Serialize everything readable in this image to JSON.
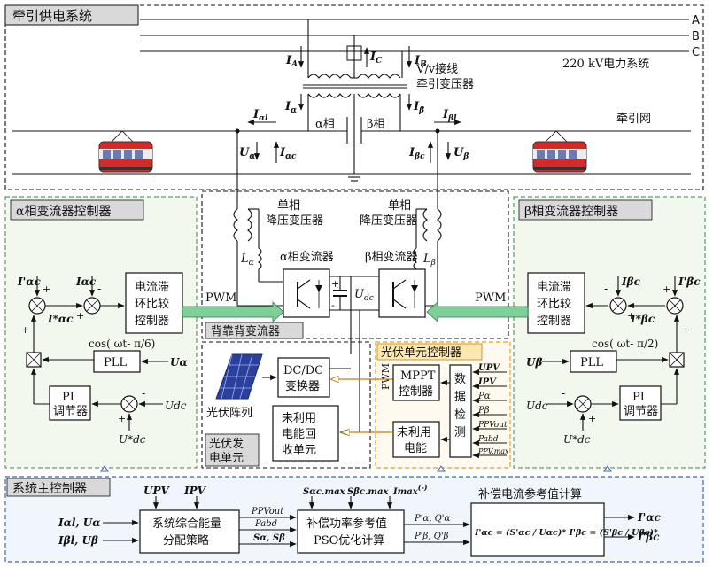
{
  "sections": {
    "traction_supply": "牵引供电系统",
    "alpha_controller": "α相变流器控制器",
    "beta_controller": "β相变流器控制器",
    "master_controller": "系统主控制器",
    "pv_unit_controller": "光伏单元控制器",
    "back_to_back": "背靠背变流器",
    "pv_generation_line1": "光伏发",
    "pv_generation_line2": "电单元"
  },
  "supply": {
    "phase_a": "A",
    "phase_b": "B",
    "phase_c": "C",
    "grid": "220 kV电力系统",
    "transformer_line1": "V/v接线",
    "transformer_line2": "牵引变压器",
    "catenary": "牵引网",
    "alpha_phase": "α相",
    "beta_phase": "β相",
    "I_A": "I",
    "I_A_sub": "A",
    "I_B": "I",
    "I_B_sub": "B",
    "I_C": "I",
    "I_C_sub": "C",
    "I_a": "I",
    "I_a_sub": "α",
    "I_b": "I",
    "I_b_sub": "β",
    "I_al": "I",
    "I_al_sub": "αl",
    "I_bl": "I",
    "I_bl_sub": "βl",
    "U_a": "U",
    "U_a_sub": "α",
    "U_b": "U",
    "U_b_sub": "β",
    "I_ac": "I",
    "I_ac_sub": "αc",
    "I_bc": "I",
    "I_bc_sub": "βc"
  },
  "converter": {
    "step_down_left_1": "单相",
    "step_down_left_2": "降压变压器",
    "step_down_right_1": "单相",
    "step_down_right_2": "降压变压器",
    "alpha_conv": "α相变流器",
    "beta_conv": "β相变流器",
    "L_a": "L",
    "L_a_sub": "α",
    "L_b": "L",
    "L_b_sub": "β",
    "U_dc": "U",
    "U_dc_sub": "dc"
  },
  "alpha_ctrl": {
    "hysteresis_1": "电流滞",
    "hysteresis_2": "环比较",
    "hysteresis_3": "控制器",
    "pwm": "PWM",
    "pll": "PLL",
    "pi_1": "PI",
    "pi_2": "调节器",
    "cos": "cos( ωt- π/6)",
    "in_Iac_prime": "I'αc",
    "in_Iac": "Iαc",
    "in_Iac_star": "I*αc",
    "in_Ua": "Uα",
    "in_Udc": "Udc",
    "in_Udc_star": "U*dc"
  },
  "beta_ctrl": {
    "hysteresis_1": "电流滞",
    "hysteresis_2": "环比较",
    "hysteresis_3": "控制器",
    "pwm": "PWM",
    "pll": "PLL",
    "pi_1": "PI",
    "pi_2": "调节器",
    "cos": "cos( ωt- π/2)",
    "in_Ibc_prime": "I'βc",
    "in_Ibc": "Iβc",
    "in_Ibc_star": "I*βc",
    "in_Ub": "Uβ",
    "in_Udc": "Udc",
    "in_Udc_star": "U*dc"
  },
  "pv": {
    "array": "光伏阵列",
    "dcdc_1": "DC/DC",
    "dcdc_2": "变换器",
    "recovery_1": "未利用",
    "recovery_2": "电能回",
    "recovery_3": "收单元",
    "pwm": "PWM",
    "mppt_1": "MPPT",
    "mppt_2": "控制器",
    "detect_1": "数",
    "detect_2": "据",
    "detect_3": "检",
    "detect_4": "测",
    "unused_1": "未利用",
    "unused_2": "电能",
    "sig_upv": "UPV",
    "sig_ipv": "IPV",
    "sig_pa": "Pα",
    "sig_pb": "Pβ",
    "sig_pvout": "PPVout",
    "sig_pabd": "Pabd",
    "sig_pvmax": "PPV,max"
  },
  "master": {
    "strategy_1": "系统综合能量",
    "strategy_2": "分配策略",
    "pso_1": "补偿功率参考值",
    "pso_2": "PSO优化计算",
    "calc_title": "补偿电流参考值计算",
    "in_upv": "UPV",
    "in_ipv": "IPV",
    "in_ial_ua": "Iαl, Uα",
    "in_ibl_ub": "Iβl, Uβ",
    "sig_ppvout": "PPVout",
    "sig_pabd": "Pabd",
    "sig_sa_sb": "Sα, Sβ",
    "sig_sac": "Sαc.max",
    "sig_sbc": "Sβc.max",
    "sig_imax": "Imax",
    "sig_imax_sup": "(-)",
    "sig_pa_qa": "P'α, Q'α",
    "sig_pb_qb": "P'β, Q'β",
    "formula": "I'αc = (S'αc / Uαc)*   I'βc = (S'βc / Uβc)*",
    "out_ac": "I'αc",
    "out_bc": "I'βc"
  },
  "colors": {
    "header_fill": "#d9d9d9",
    "controller_bg": "#f3f8ef",
    "controller_border": "#55a060",
    "master_border": "#3b63b3",
    "pv_ctrl_border": "#e0a020",
    "pv_ctrl_header": "#fde9b0",
    "pwm_arrow": "#7fcf98",
    "train_red": "#d42a2a",
    "pv_panel": "#2a3f9e"
  }
}
